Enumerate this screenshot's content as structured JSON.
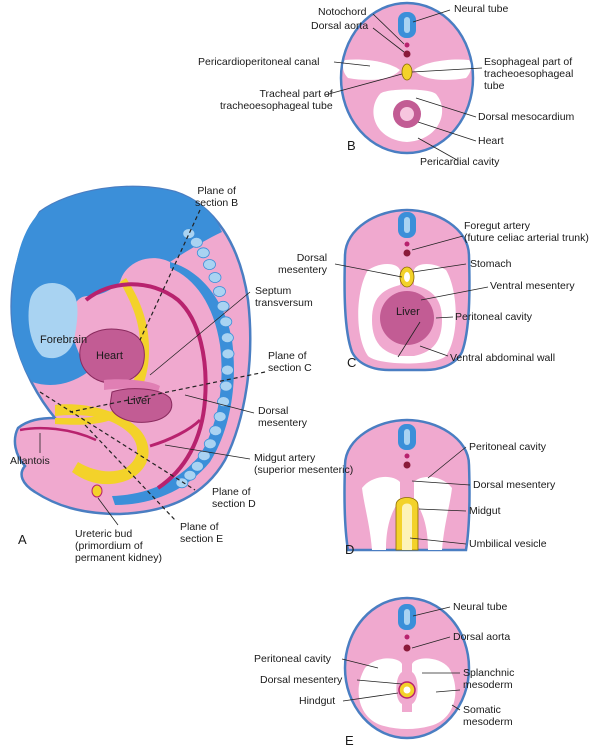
{
  "colors": {
    "ectoderm_blue": "#3b8fd9",
    "neural_light": "#a9d3f2",
    "mesoderm_pink": "#f0a9cf",
    "mesoderm_light": "#f7c6df",
    "vessel_magenta": "#b8226e",
    "endoderm_yellow": "#f3d22a",
    "heart_mauve": "#c25c94",
    "outline_blue": "#4a7ec2",
    "line": "#222222"
  },
  "section_a": {
    "letter": "A",
    "organ_labels": {
      "forebrain": "Forebrain",
      "heart": "Heart",
      "liver": "Liver"
    },
    "labels": {
      "plane_b": "Plane of\nsection B",
      "septum": "Septum\ntransversum",
      "plane_c": "Plane of\nsection C",
      "dorsal_mesentery": "Dorsal\nmesentery",
      "midgut_artery": "Midgut artery\n(superior mesenteric)",
      "plane_d": "Plane of\nsection D",
      "plane_e": "Plane of\nsection E",
      "allantois": "Allantois",
      "ureteric_bud": "Ureteric bud\n(primordium of\npermanent kidney)"
    }
  },
  "section_b": {
    "letter": "B",
    "labels": {
      "notochord": "Notochord",
      "dorsal_aorta": "Dorsal aorta",
      "neural_tube": "Neural tube",
      "pericardioperitoneal": "Pericardioperitoneal canal",
      "esophageal": "Esophageal part of\ntracheoesophageal\ntube",
      "tracheal": "Tracheal part of\ntracheoesophageal tube",
      "dorsal_mesocardium": "Dorsal mesocardium",
      "heart": "Heart",
      "pericardial_cavity": "Pericardial cavity"
    }
  },
  "section_c": {
    "letter": "C",
    "organ_labels": {
      "liver": "Liver"
    },
    "labels": {
      "foregut_artery": "Foregut artery\n(future celiac arterial trunk)",
      "stomach": "Stomach",
      "dorsal_mesentery": "Dorsal\nmesentery",
      "ventral_mesentery": "Ventral mesentery",
      "peritoneal_cavity": "Peritoneal cavity",
      "ventral_wall": "Ventral abdominal wall"
    }
  },
  "section_d": {
    "letter": "D",
    "labels": {
      "peritoneal_cavity": "Peritoneal cavity",
      "dorsal_mesentery": "Dorsal mesentery",
      "midgut": "Midgut",
      "umbilical_vesicle": "Umbilical vesicle"
    }
  },
  "section_e": {
    "letter": "E",
    "labels": {
      "neural_tube": "Neural tube",
      "dorsal_aorta": "Dorsal aorta",
      "peritoneal_cavity": "Peritoneal cavity",
      "dorsal_mesentery": "Dorsal mesentery",
      "splanchnic": "Splanchnic\nmesoderm",
      "hindgut": "Hindgut",
      "somatic": "Somatic\nmesoderm"
    }
  }
}
